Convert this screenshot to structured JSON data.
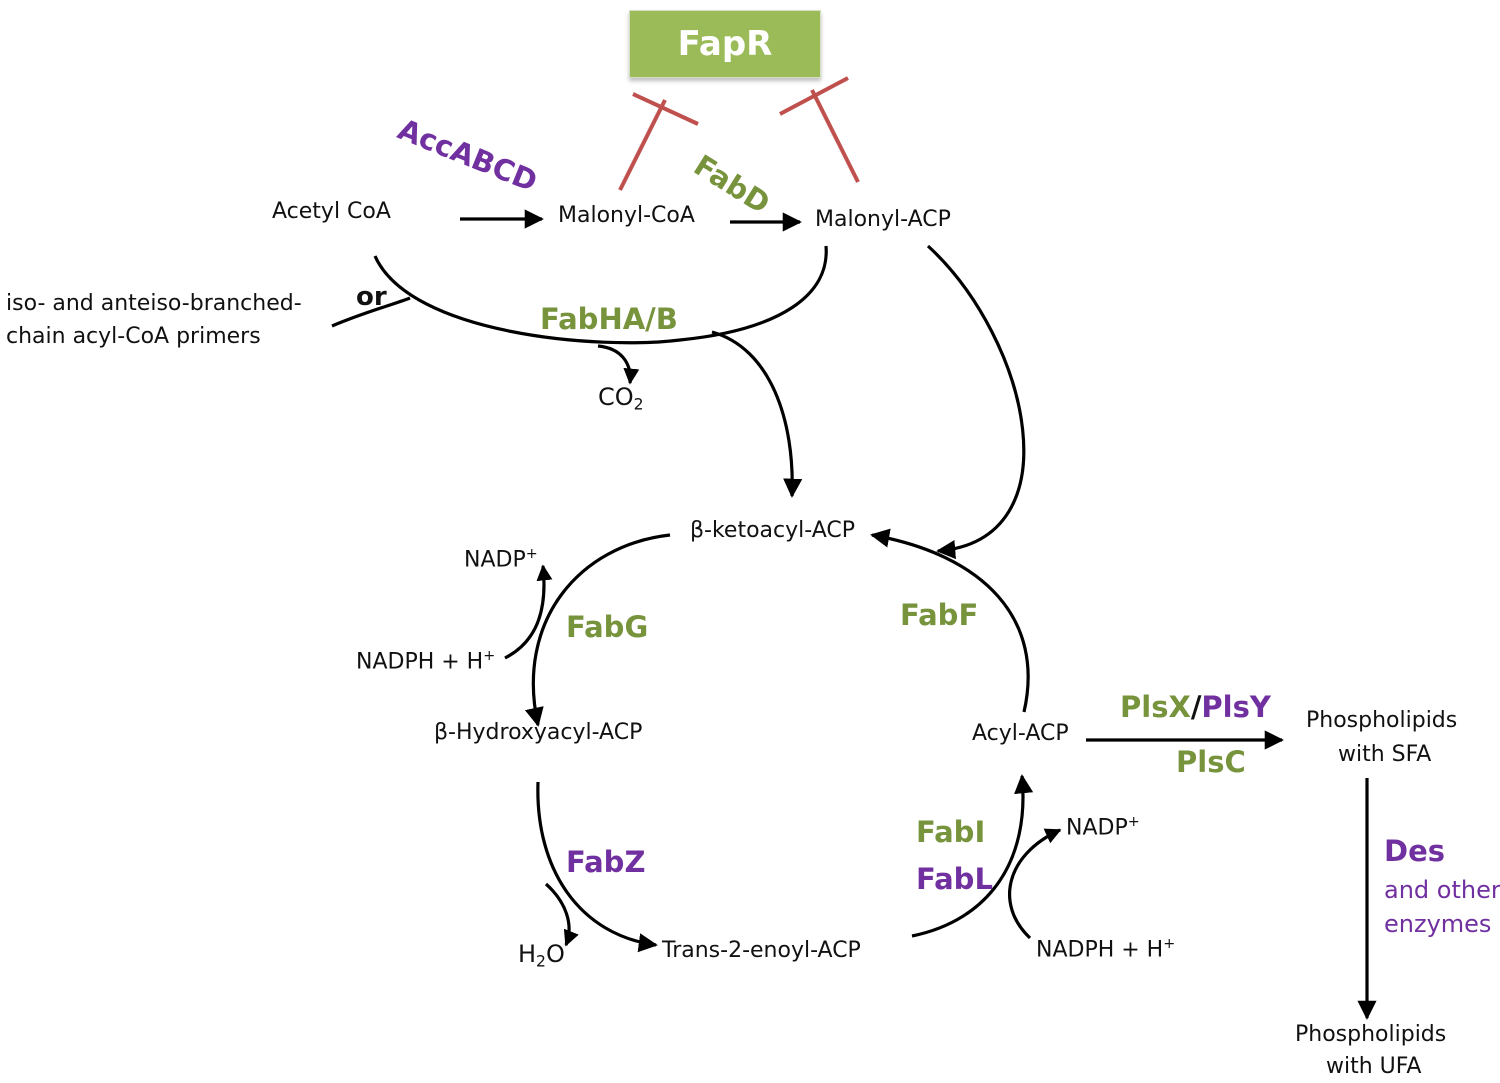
{
  "regulator": "FapR",
  "enzymes": {
    "accabcd": "AccABCD",
    "fabd": "FabD",
    "fabha_b": "FabHA/B",
    "fabg": "FabG",
    "fabf": "FabF",
    "fabz": "FabZ",
    "fabi": "FabI",
    "fabl": "FabL",
    "plsx": "PlsX",
    "plsx_sep": "/",
    "plsy": "PlsY",
    "plsc": "PlsC",
    "des": "Des",
    "des_other_1": "and other",
    "des_other_2": "enzymes"
  },
  "metabolites": {
    "acetyl_coa": "Acetyl CoA",
    "malonyl_coa": "Malonyl-CoA",
    "malonyl_acp": "Malonyl-ACP",
    "primers_1": "iso- and anteiso-branched-",
    "primers_2": "chain acyl-CoA primers",
    "or": "or",
    "co2_main": "CO",
    "co2_sub": "2",
    "ketoacyl": "β-ketoacyl-ACP",
    "hydroxyacyl": "β-Hydroxyacyl-ACP",
    "enoyl": "Trans-2-enoyl-ACP",
    "acyl_acp": "Acyl-ACP",
    "nadp_left_main": "NADP",
    "nadp_left_sup": "+",
    "nadph_left_main": "NADPH + H",
    "nadph_left_sup": "+",
    "h2o_h": "H",
    "h2o_sub": "2",
    "h2o_o": "O",
    "nadp_right_main": "NADP",
    "nadp_right_sup": "+",
    "nadph_right_main": "NADPH + H",
    "nadph_right_sup": "+",
    "sfa_1": "Phospholipids",
    "sfa_2": "with SFA",
    "ufa_1": "Phospholipids",
    "ufa_2": "with UFA"
  },
  "colors": {
    "green": "#77933c",
    "purple": "#7030a0",
    "regulator_box": "#9bbb59",
    "inhibition": "#c0504d",
    "arrow": "#000000"
  }
}
